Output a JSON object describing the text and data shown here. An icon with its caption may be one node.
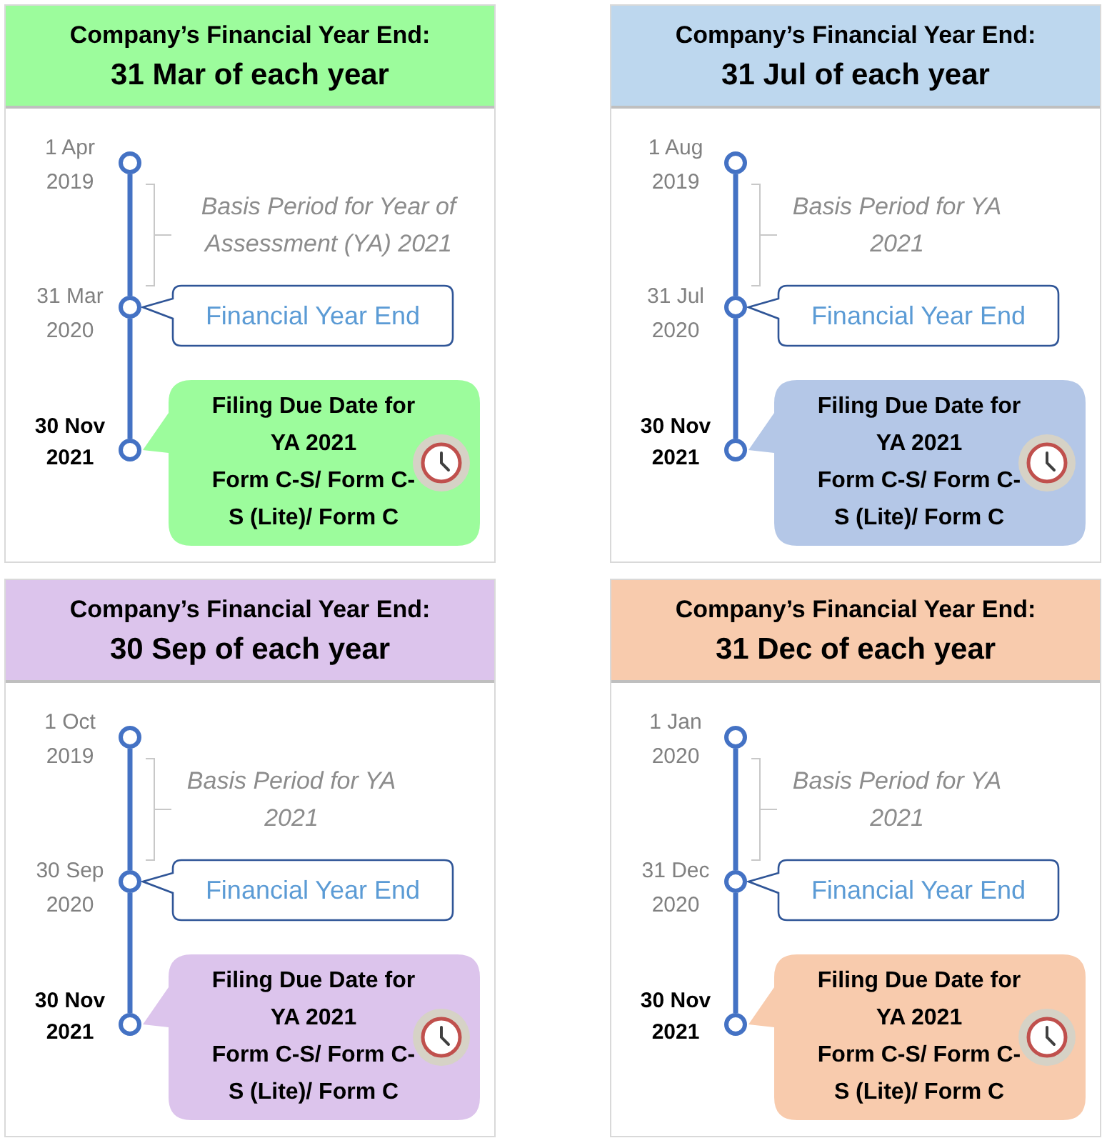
{
  "diagram": {
    "nodes": [
      {
        "text": [
          "Company’s Financial Year End:",
          "31 Mar of each year"
        ]
      },
      {
        "text": [],
        "shape": "circle",
        "in": 0,
        "beside": [
          "1 Apr 2019"
        ]
      },
      {
        "text": [],
        "shape": "circle",
        "in": 0,
        "beside": [
          "31 Mar 2020"
        ]
      },
      {
        "text": [],
        "shape": "circle",
        "in": 0,
        "beside": [
          "30 Nov 2021"
        ]
      },
      {
        "text": [
          "Financial Year End"
        ],
        "in": 0
      },
      {
        "text": [
          "Filing Due Date for YA 2021",
          "Form C-S/ Form C-S (Lite)/ Form C"
        ],
        "in": 0
      },
      {
        "text": [
          "Company’s Financial Year End:",
          "31 Jul of each year"
        ]
      },
      {
        "text": [],
        "shape": "circle",
        "in": 6,
        "beside": [
          "1 Aug 2019"
        ]
      },
      {
        "text": [],
        "shape": "circle",
        "in": 6,
        "beside": [
          "31 Jul 2020"
        ]
      },
      {
        "text": [],
        "shape": "circle",
        "in": 6,
        "beside": [
          "30 Nov 2021"
        ]
      },
      {
        "text": [
          "Financial Year End"
        ],
        "in": 6
      },
      {
        "text": [
          "Filing Due Date for YA 2021",
          "Form C-S/ Form C-S (Lite)/ Form C"
        ],
        "in": 6
      },
      {
        "text": [
          "Company’s Financial Year End:",
          "30 Sep of each year"
        ]
      },
      {
        "text": [],
        "shape": "circle",
        "in": 12,
        "beside": [
          "1 Oct 2019"
        ]
      },
      {
        "text": [],
        "shape": "circle",
        "in": 12,
        "beside": [
          "30 Sep 2020"
        ]
      },
      {
        "text": [],
        "shape": "circle",
        "in": 12,
        "beside": [
          "30 Nov 2021"
        ]
      },
      {
        "text": [
          "Financial Year End"
        ],
        "in": 12
      },
      {
        "text": [
          "Filing Due Date for YA 2021",
          "Form C-S/ Form C-S (Lite)/ Form C"
        ],
        "in": 12
      },
      {
        "text": [
          "Company’s Financial Year End:",
          "31 Dec of each year"
        ]
      },
      {
        "text": [],
        "shape": "circle",
        "in": 18,
        "beside": [
          "1 Jan 2020"
        ]
      },
      {
        "text": [],
        "shape": "circle",
        "in": 18,
        "beside": [
          "31 Dec 2020"
        ]
      },
      {
        "text": [],
        "shape": "circle",
        "in": 18,
        "beside": [
          "30 Nov 2021"
        ]
      },
      {
        "text": [
          "Financial Year End"
        ],
        "in": 18
      },
      {
        "text": [
          "Filing Due Date for YA 2021",
          "Form C-S/ Form C-S (Lite)/ Form C"
        ],
        "in": 18
      }
    ],
    "edges": [
      {
        "from": 1,
        "to": 2,
        "arrow": "none"
      },
      {
        "from": 2,
        "to": 3,
        "arrow": "none"
      },
      {
        "from": 7,
        "to": 8,
        "arrow": "none"
      },
      {
        "from": 8,
        "to": 9,
        "arrow": "none"
      },
      {
        "from": 13,
        "to": 14,
        "arrow": "none"
      },
      {
        "from": 14,
        "to": 15,
        "arrow": "none"
      },
      {
        "from": 19,
        "to": 20,
        "arrow": "none"
      },
      {
        "from": 20,
        "to": 21,
        "arrow": "none"
      }
    ],
    "labels": [
      "Basis Period for Year of Assessment (YA) 2021",
      "Basis Period for YA 2021",
      "Basis Period for YA 2021",
      "Basis Period for YA 2021"
    ]
  }
}
